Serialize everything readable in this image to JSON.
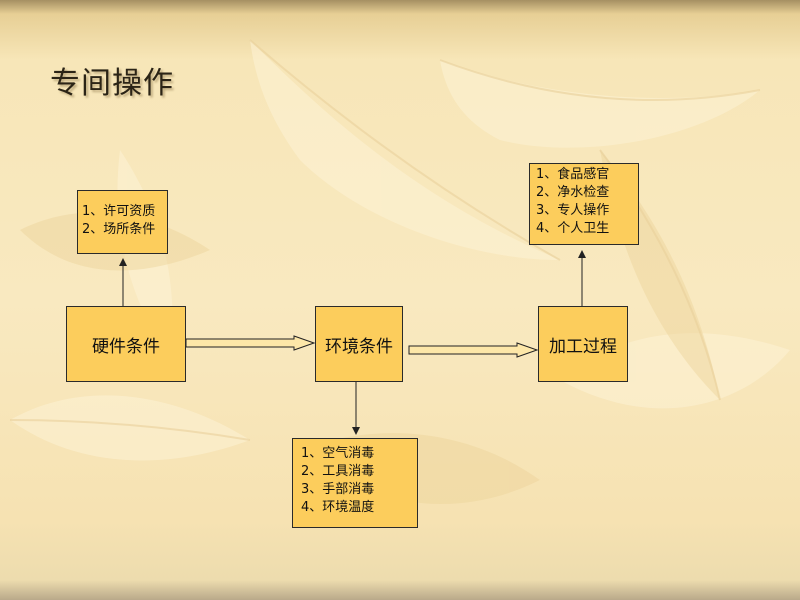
{
  "title": "专间操作",
  "nodes": {
    "hardware": "硬件条件",
    "environment": "环境条件",
    "process": "加工过程"
  },
  "hardware_details": [
    "1、许可资质",
    "2、场所条件"
  ],
  "environment_details": [
    "1、空气消毒",
    "2、工具消毒",
    "3、手部消毒",
    "4、环境温度"
  ],
  "process_details": [
    "1、食品感官",
    "2、净水检查",
    "3、专人操作",
    "4、个人卫生"
  ],
  "colors": {
    "box_fill": "#fccd5c",
    "box_border": "#2a2a2a",
    "title": "#2b2416",
    "background": "#f9e9c0"
  }
}
